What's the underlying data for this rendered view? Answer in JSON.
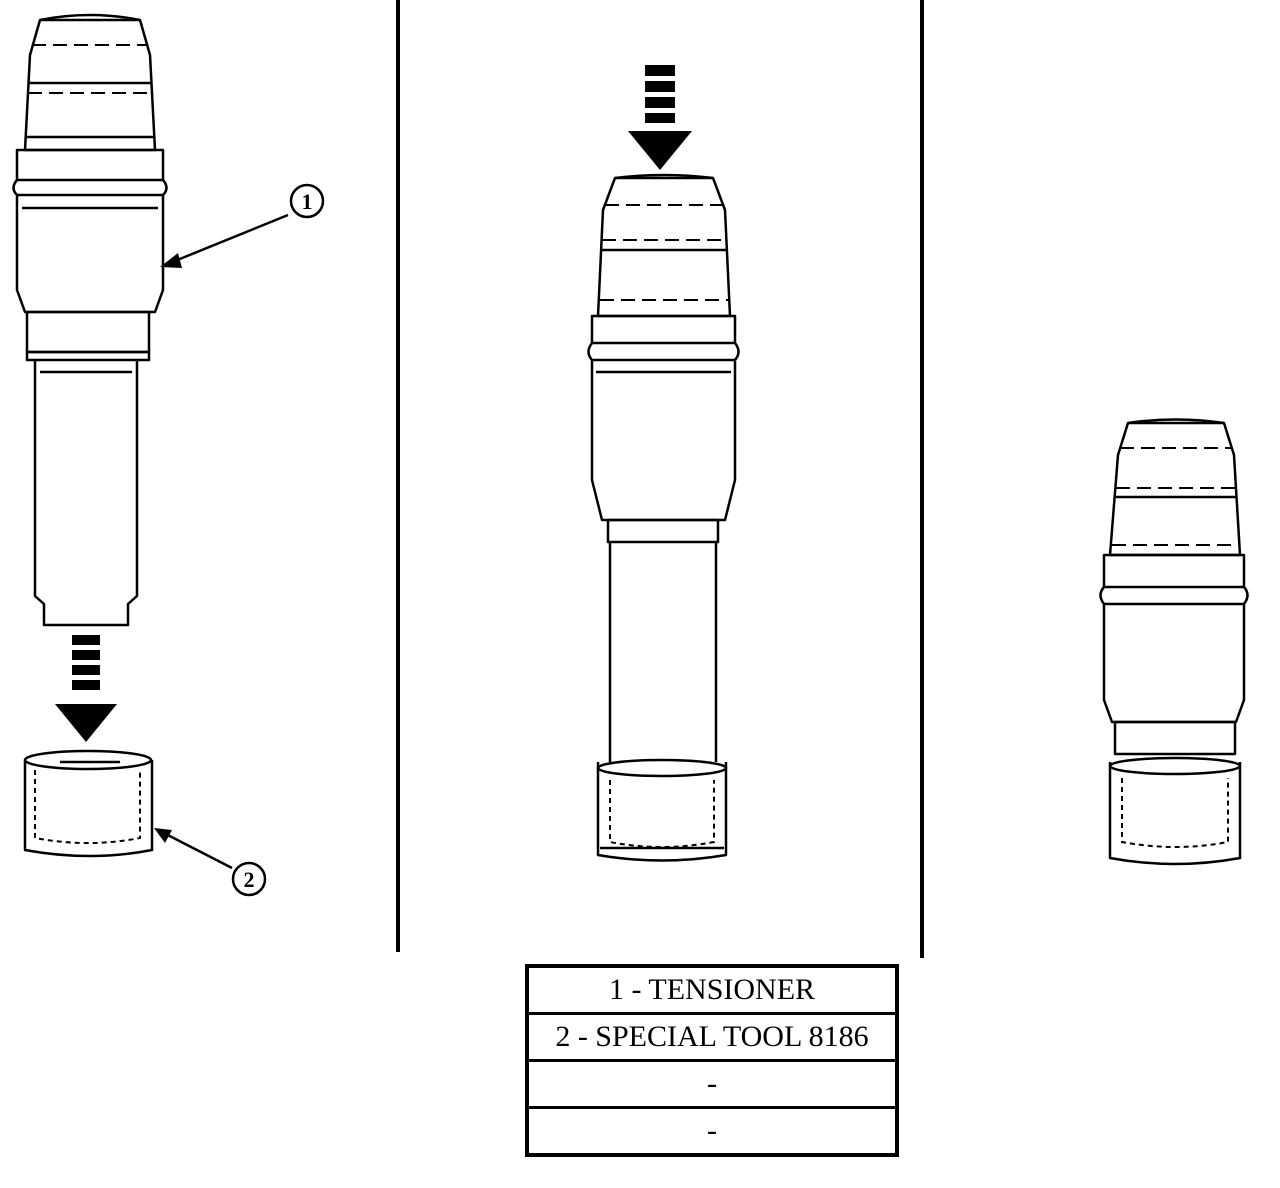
{
  "callouts": [
    {
      "number": "1"
    },
    {
      "number": "2"
    }
  ],
  "legend": {
    "rows": [
      {
        "text": "1 - TENSIONER"
      },
      {
        "text": "2 - SPECIAL TOOL 8186"
      },
      {
        "text": "-"
      },
      {
        "text": "-"
      }
    ]
  }
}
